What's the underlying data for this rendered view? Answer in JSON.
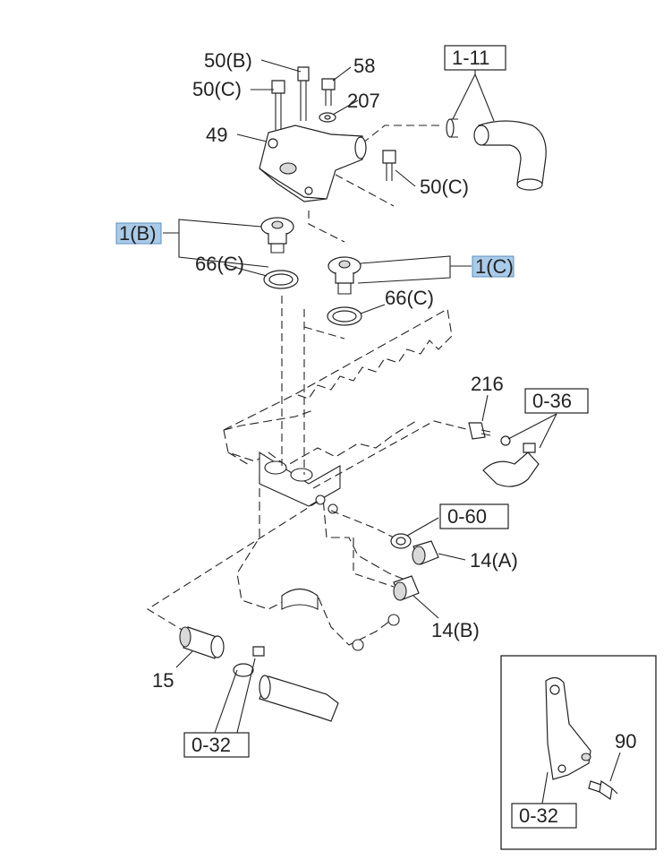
{
  "labels": {
    "l_50b": "50(B)",
    "l_50c_a": "50(C)",
    "l_58": "58",
    "l_207": "207",
    "l_49": "49",
    "l_50c_b": "50(C)",
    "l_66c_a": "66(C)",
    "l_66c_b": "66(C)",
    "l_216": "216",
    "l_14a": "14(A)",
    "l_14b": "14(B)",
    "l_15": "15",
    "l_90": "90"
  },
  "boxed_refs": {
    "b_1_11": "1-11",
    "b_0_36": "0-36",
    "b_0_60": "0-60",
    "b_0_32_a": "0-32",
    "b_0_32_b": "0-32"
  },
  "highlighted_refs": {
    "h_1b": "1(B)",
    "h_1c": "1(C)"
  },
  "colors": {
    "highlight_fill": "#a9cbe8",
    "line": "#222222",
    "background": "#ffffff"
  }
}
